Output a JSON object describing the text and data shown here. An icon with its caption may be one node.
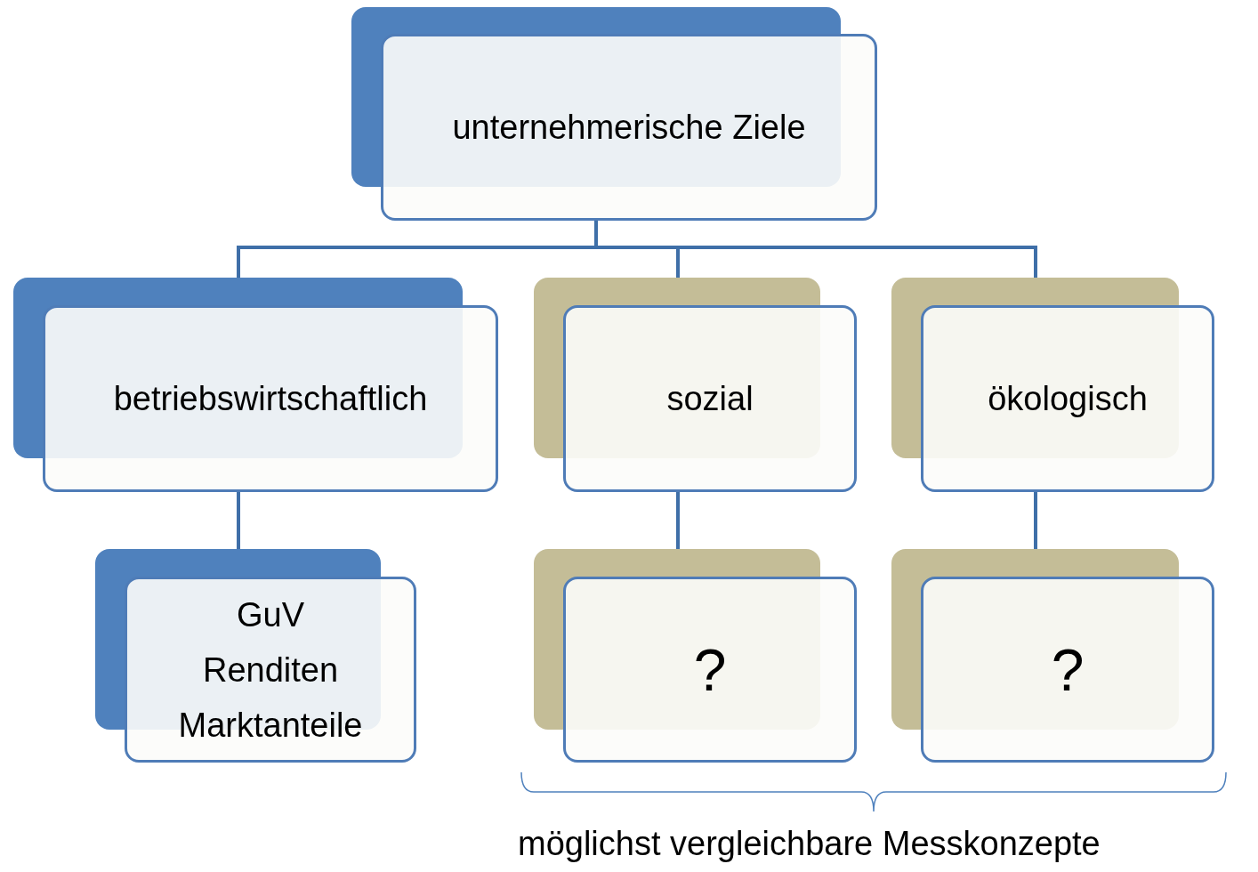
{
  "diagram": {
    "nodes": [
      {
        "text": [
          "unternehmerische Ziele"
        ]
      },
      {
        "text": [
          "betriebswirtschaftlich"
        ]
      },
      {
        "text": [
          "sozial"
        ]
      },
      {
        "text": [
          "ökologisch"
        ]
      },
      {
        "text": [
          "GuV",
          "Renditen",
          "Marktanteile"
        ]
      },
      {
        "text": [
          "?"
        ]
      },
      {
        "text": [
          "?"
        ]
      }
    ],
    "edges": [
      {
        "from": 0,
        "to": 1,
        "arrow": "none"
      },
      {
        "from": 0,
        "to": 2,
        "arrow": "none"
      },
      {
        "from": 0,
        "to": 3,
        "arrow": "none"
      },
      {
        "from": 1,
        "to": 4,
        "arrow": "none"
      },
      {
        "from": 2,
        "to": 5,
        "arrow": "none"
      },
      {
        "from": 3,
        "to": 6,
        "arrow": "none"
      }
    ],
    "labels": [
      "möglichst vergleichbare Messkonzepte"
    ]
  }
}
